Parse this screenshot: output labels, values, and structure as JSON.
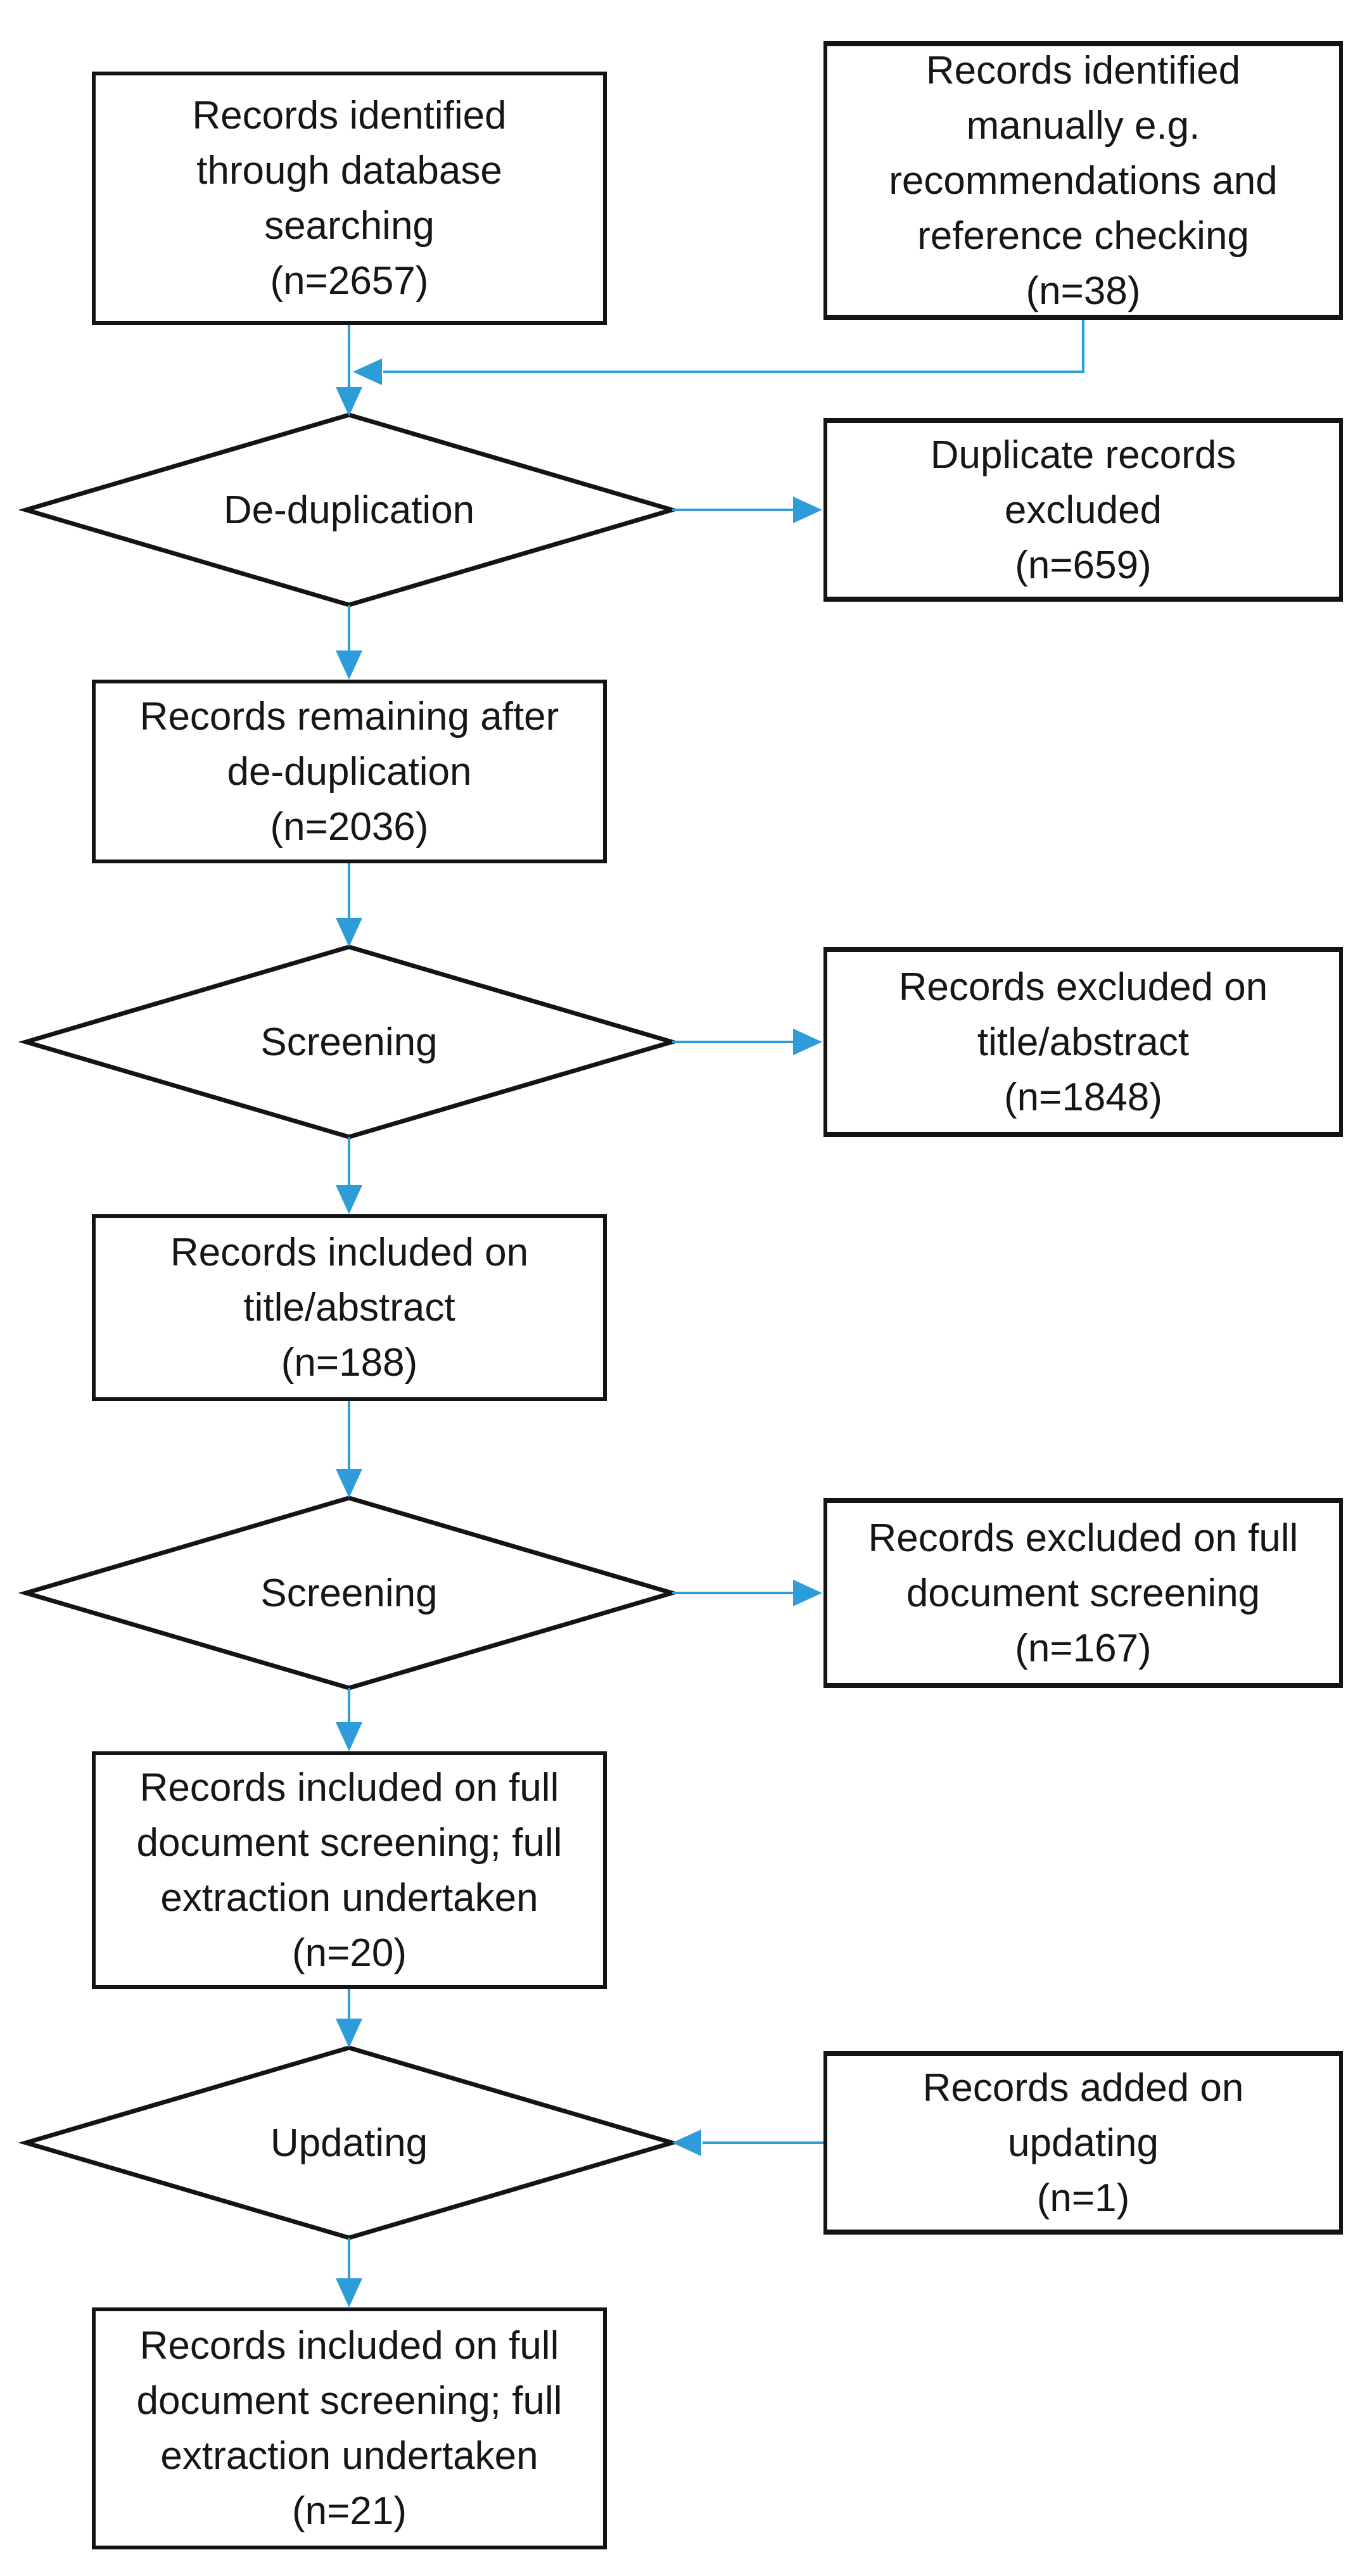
{
  "colors": {
    "arrow": "#2d9cd8",
    "shape_border": "#141414",
    "text": "#161616",
    "background": "#ffffff"
  },
  "nodes": {
    "db_search": {
      "kind": "process",
      "n": 2657,
      "lines": [
        "Records identified",
        "through database",
        "searching",
        "(n=2657)"
      ]
    },
    "manual": {
      "kind": "process",
      "n": 38,
      "lines": [
        "Records identified",
        "manually e.g.",
        "recommendations and",
        "reference checking",
        "(n=38)"
      ]
    },
    "dedup": {
      "kind": "decision",
      "lines": [
        "De-duplication"
      ]
    },
    "dup_excluded": {
      "kind": "process",
      "n": 659,
      "lines": [
        "Duplicate records",
        "excluded",
        "(n=659)"
      ]
    },
    "remaining": {
      "kind": "process",
      "n": 2036,
      "lines": [
        "Records remaining after",
        "de-duplication",
        "(n=2036)"
      ]
    },
    "screening1": {
      "kind": "decision",
      "lines": [
        "Screening"
      ]
    },
    "excl_title": {
      "kind": "process",
      "n": 1848,
      "lines": [
        "Records excluded on",
        "title/abstract",
        "(n=1848)"
      ]
    },
    "incl_title": {
      "kind": "process",
      "n": 188,
      "lines": [
        "Records included on",
        "title/abstract",
        "(n=188)"
      ]
    },
    "screening2": {
      "kind": "decision",
      "lines": [
        "Screening"
      ]
    },
    "excl_full": {
      "kind": "process",
      "n": 167,
      "lines": [
        "Records excluded on full",
        "document screening",
        "(n=167)"
      ]
    },
    "incl_full": {
      "kind": "process",
      "n": 20,
      "lines": [
        "Records included on full",
        "document screening; full",
        "extraction undertaken",
        "(n=20)"
      ]
    },
    "updating": {
      "kind": "decision",
      "lines": [
        "Updating"
      ]
    },
    "added_updating": {
      "kind": "process",
      "n": 1,
      "lines": [
        "Records added on",
        "updating",
        "(n=1)"
      ]
    },
    "final_included": {
      "kind": "process",
      "n": 21,
      "lines": [
        "Records included on full",
        "document screening; full",
        "extraction undertaken",
        "(n=21)"
      ]
    }
  },
  "edges": [
    {
      "from": "db_search",
      "to": "dedup"
    },
    {
      "from": "manual",
      "to": "dedup"
    },
    {
      "from": "dedup",
      "to": "dup_excluded"
    },
    {
      "from": "dedup",
      "to": "remaining"
    },
    {
      "from": "remaining",
      "to": "screening1"
    },
    {
      "from": "screening1",
      "to": "excl_title"
    },
    {
      "from": "screening1",
      "to": "incl_title"
    },
    {
      "from": "incl_title",
      "to": "screening2"
    },
    {
      "from": "screening2",
      "to": "excl_full"
    },
    {
      "from": "screening2",
      "to": "incl_full"
    },
    {
      "from": "incl_full",
      "to": "updating"
    },
    {
      "from": "added_updating",
      "to": "updating"
    },
    {
      "from": "updating",
      "to": "final_included"
    }
  ]
}
